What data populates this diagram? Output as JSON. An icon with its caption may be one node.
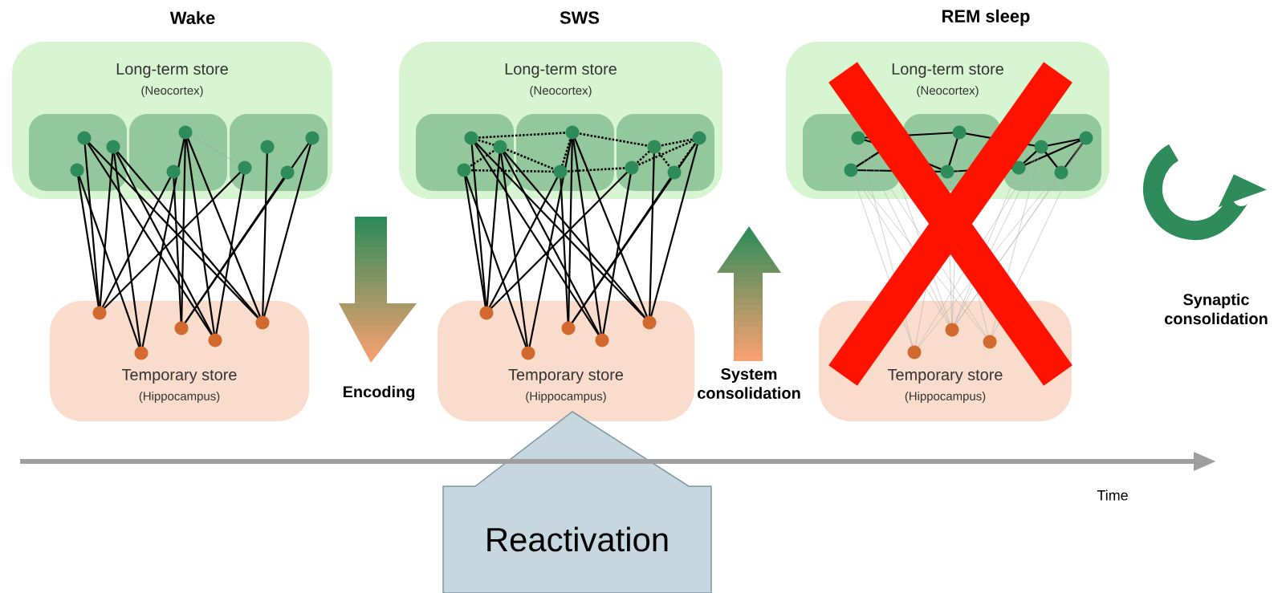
{
  "diagram": {
    "nodes": [
      {
        "text": [
          "Long-term store",
          "(Neocortex)"
        ]
      },
      {
        "text": [
          "Temporary store",
          "(Hippocampus)"
        ]
      },
      {
        "text": [
          "Long-term store",
          "(Neocortex)"
        ]
      },
      {
        "text": [
          "Temporary store",
          "(Hippocampus)"
        ]
      },
      {
        "text": [
          "Long-term store",
          "(Neocortex)"
        ]
      },
      {
        "text": [
          "Temporary store",
          "(Hippocampus)"
        ]
      },
      {
        "text": [
          "Reactivation"
        ]
      },
      {
        "text": [],
        "shape": "arrow",
        "beside": [
          "Encoding"
        ]
      },
      {
        "text": [],
        "shape": "arrow",
        "beside": [
          "System consolidation"
        ]
      },
      {
        "text": [],
        "shape": "arrow",
        "beside": [
          "Synaptic consolidation"
        ]
      }
    ],
    "labels": [
      "Wake",
      "SWS",
      "REM sleep",
      "Time"
    ]
  }
}
